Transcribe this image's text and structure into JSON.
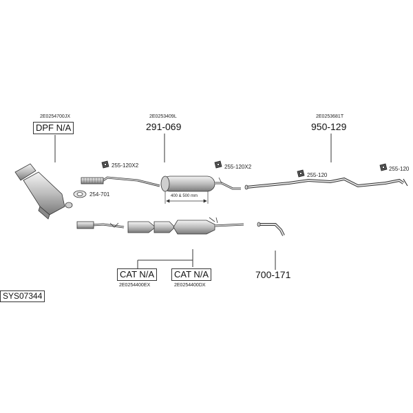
{
  "labels": {
    "dpf_code": "2E0254700JX",
    "dpf_na": "DPF N/A",
    "mid_code": "2E0253409L",
    "mid_part": "291-069",
    "rear_code": "2E0253681T",
    "rear_part": "950-129",
    "cat1_na": "CAT N/A",
    "cat1_code": "2E0254400EX",
    "cat2_na": "CAT N/A",
    "cat2_code": "2E0254400DX",
    "tail_part": "700-171",
    "system_id": "SYS07344",
    "hanger_a": "255-120X2",
    "hanger_b": "255-120X2",
    "hanger_c": "255-120",
    "hanger_d": "255-120",
    "gasket": "254-701",
    "length_note": "400 & 500 mm"
  },
  "colors": {
    "line": "#333333",
    "fill": "#d8d8d8",
    "dark": "#555555"
  }
}
